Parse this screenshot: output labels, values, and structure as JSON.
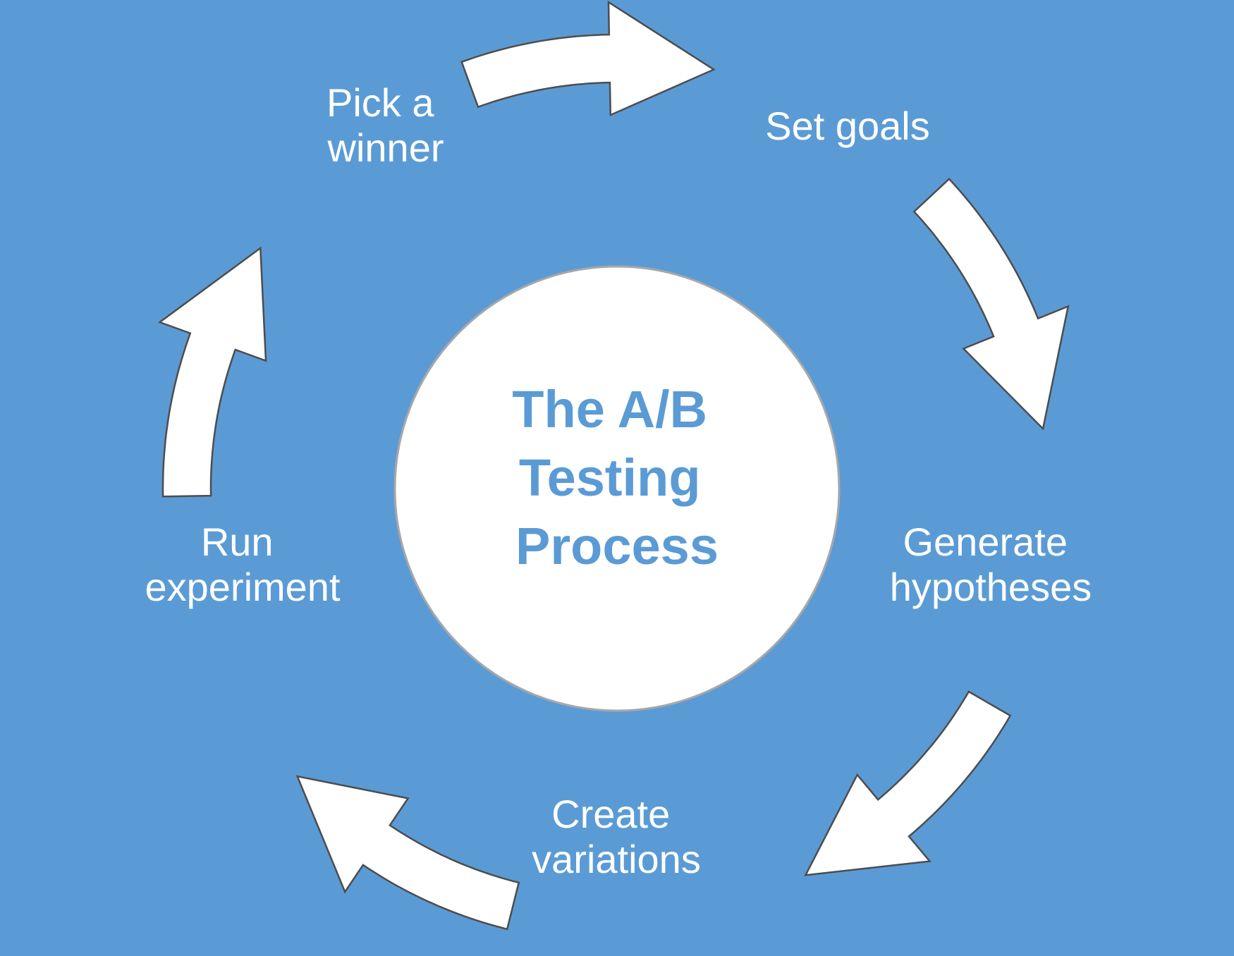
{
  "diagram": {
    "title_lines": [
      "The A/B",
      "Testing",
      "Process"
    ],
    "steps": [
      {
        "lines": [
          "Set goals"
        ]
      },
      {
        "lines": [
          "Generate",
          "hypotheses"
        ]
      },
      {
        "lines": [
          "Create",
          "variations"
        ]
      },
      {
        "lines": [
          "Run",
          "experiment"
        ]
      },
      {
        "lines": [
          "Pick a",
          "winner"
        ]
      }
    ]
  },
  "colors": {
    "background": "#5b9bd5",
    "circle_fill": "#ffffff",
    "title_text": "#5b9bd5",
    "label_text": "#ffffff",
    "arrow_fill": "#ffffff",
    "arrow_outline": "#4d4d4d"
  }
}
